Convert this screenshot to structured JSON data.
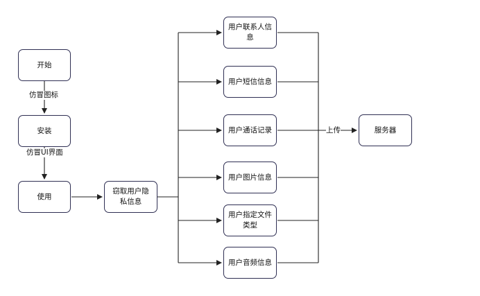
{
  "diagram": {
    "nodes": {
      "start": "开始",
      "install": "安装",
      "use": "使用",
      "steal": "窃取用户隐私信息",
      "contacts": "用户联系人信息",
      "sms": "用户短信信息",
      "calllog": "用户通话记录",
      "images": "用户图片信息",
      "filetypes": "用户指定文件类型",
      "audio": "用户音频信息",
      "server": "服务器"
    },
    "edge_labels": {
      "fake_icon": "仿冒图标",
      "fake_ui": "仿冒UI界面",
      "upload": "上传"
    }
  }
}
